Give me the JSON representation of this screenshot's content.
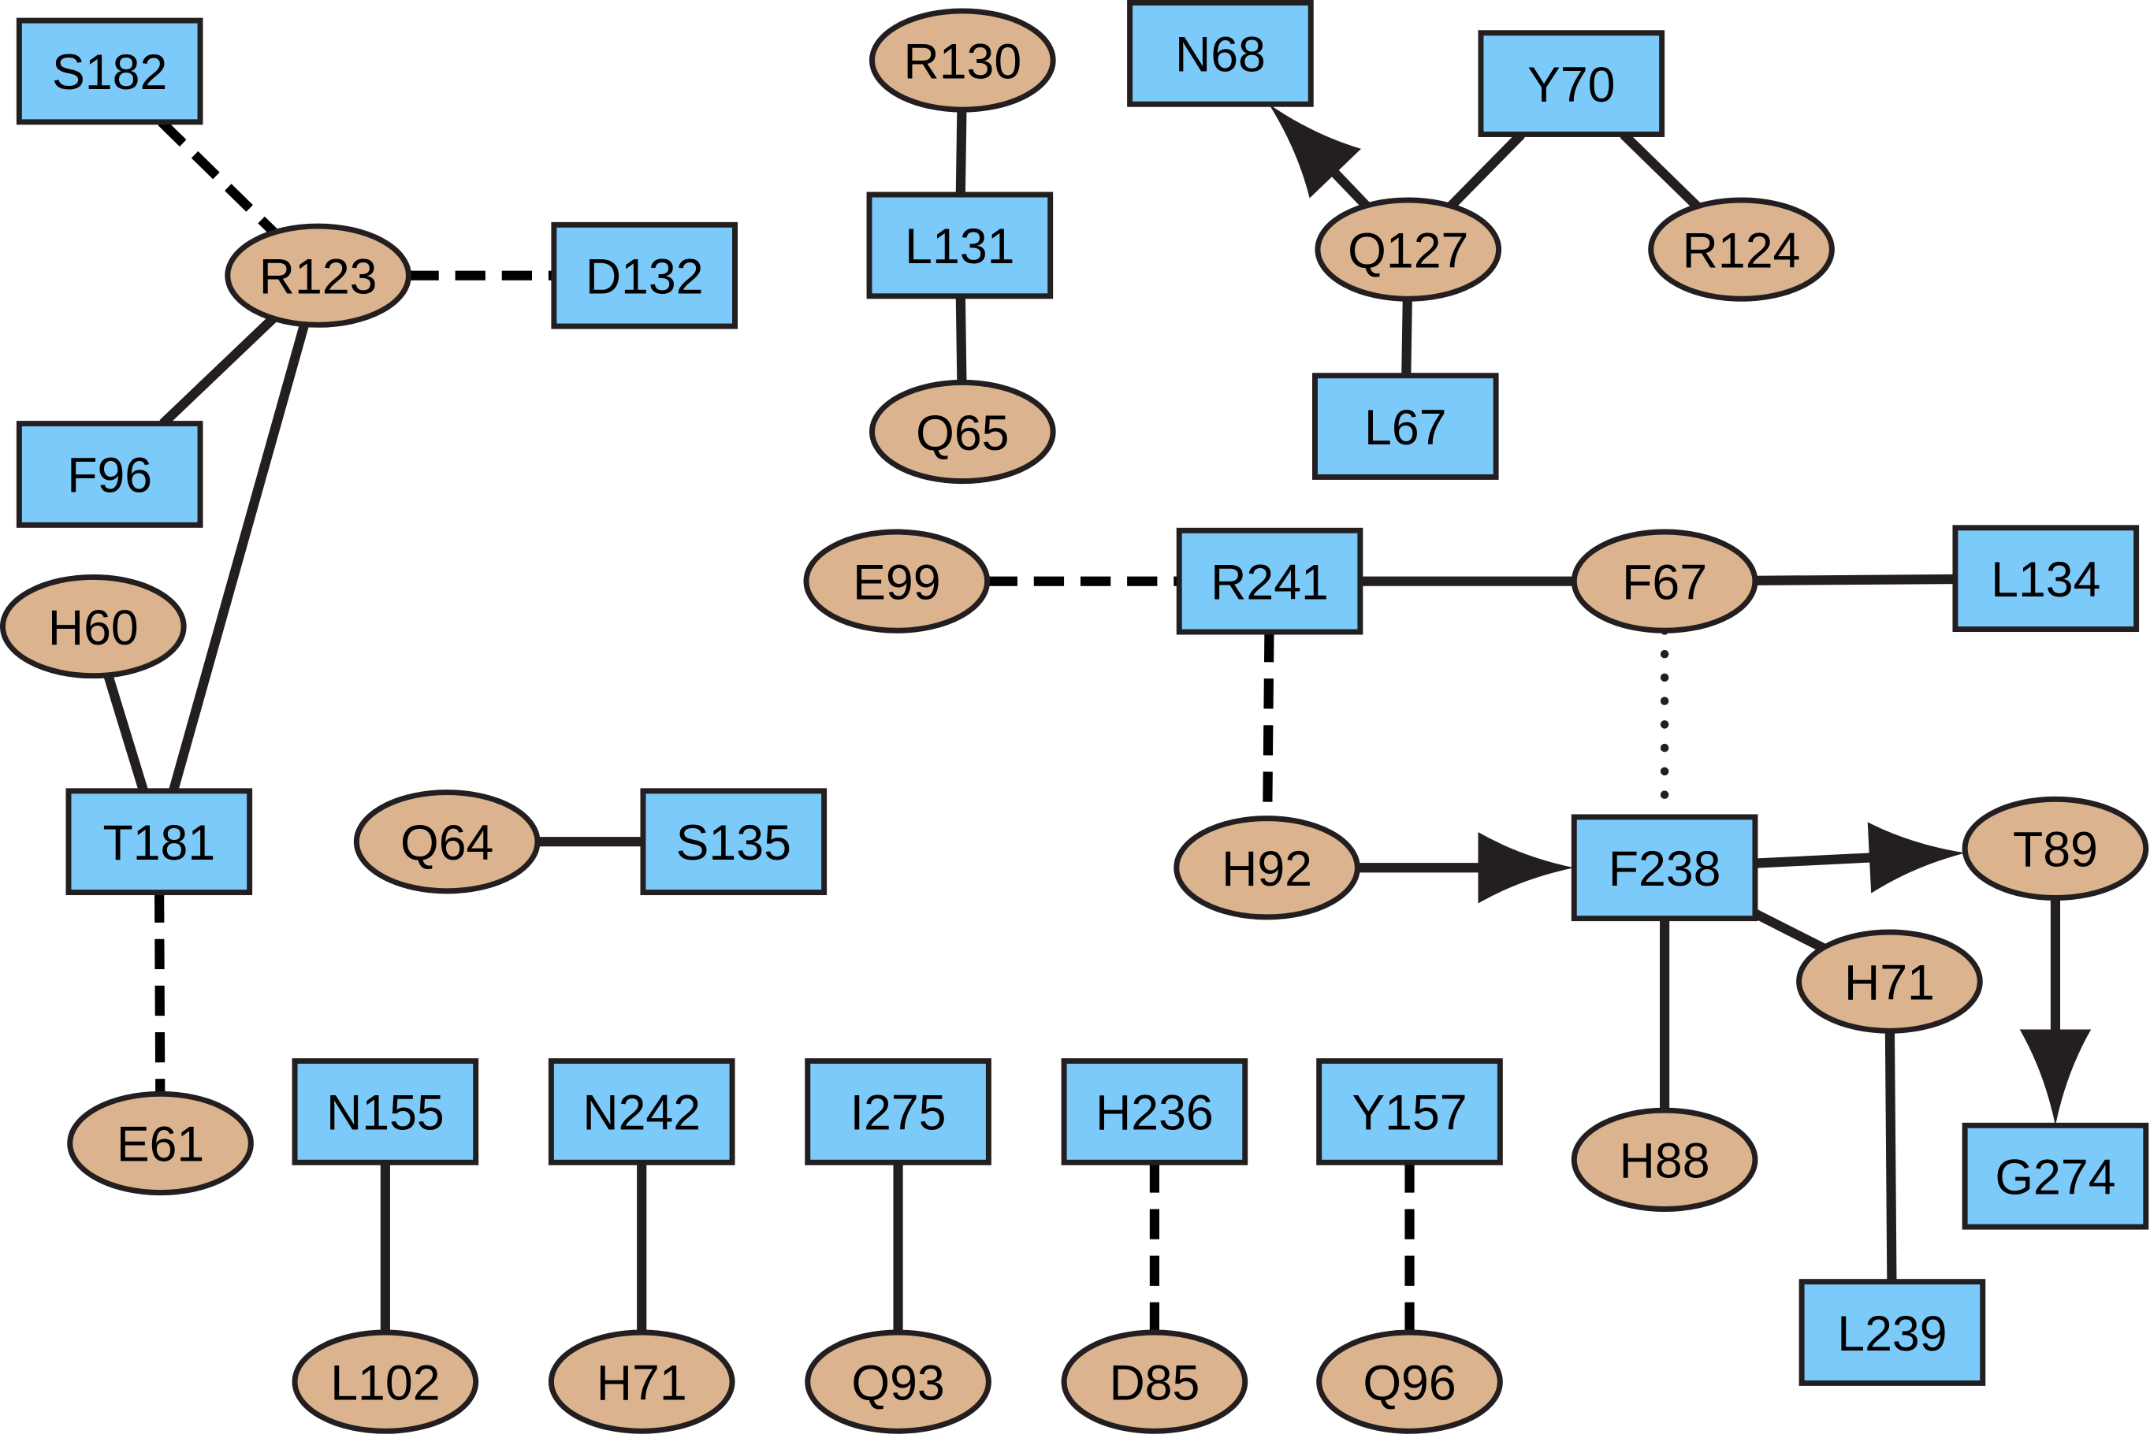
{
  "diagram": {
    "type": "residue-interaction-network",
    "colors": {
      "box_fill": "#7ccafa",
      "ellipse_fill": "#dbb48f",
      "stroke": "#231f20"
    },
    "node_shapes": {
      "box": "rectangle",
      "ellipse": "ellipse"
    },
    "nodes": [
      {
        "id": "S182",
        "label": "S182",
        "shape": "box"
      },
      {
        "id": "R123",
        "label": "R123",
        "shape": "ellipse"
      },
      {
        "id": "D132",
        "label": "D132",
        "shape": "box"
      },
      {
        "id": "F96",
        "label": "F96",
        "shape": "box"
      },
      {
        "id": "H60",
        "label": "H60",
        "shape": "ellipse"
      },
      {
        "id": "T181",
        "label": "T181",
        "shape": "box"
      },
      {
        "id": "E61",
        "label": "E61",
        "shape": "ellipse"
      },
      {
        "id": "Q64",
        "label": "Q64",
        "shape": "ellipse"
      },
      {
        "id": "S135",
        "label": "S135",
        "shape": "box"
      },
      {
        "id": "N155",
        "label": "N155",
        "shape": "box"
      },
      {
        "id": "L102",
        "label": "L102",
        "shape": "ellipse"
      },
      {
        "id": "N242",
        "label": "N242",
        "shape": "box"
      },
      {
        "id": "H71a",
        "label": "H71",
        "shape": "ellipse"
      },
      {
        "id": "I275",
        "label": "I275",
        "shape": "box"
      },
      {
        "id": "Q93",
        "label": "Q93",
        "shape": "ellipse"
      },
      {
        "id": "H236",
        "label": "H236",
        "shape": "box"
      },
      {
        "id": "D85",
        "label": "D85",
        "shape": "ellipse"
      },
      {
        "id": "Y157",
        "label": "Y157",
        "shape": "box"
      },
      {
        "id": "Q96",
        "label": "Q96",
        "shape": "ellipse"
      },
      {
        "id": "R130",
        "label": "R130",
        "shape": "ellipse"
      },
      {
        "id": "L131",
        "label": "L131",
        "shape": "box"
      },
      {
        "id": "Q65",
        "label": "Q65",
        "shape": "ellipse"
      },
      {
        "id": "N68",
        "label": "N68",
        "shape": "box"
      },
      {
        "id": "Y70",
        "label": "Y70",
        "shape": "box"
      },
      {
        "id": "Q127",
        "label": "Q127",
        "shape": "ellipse"
      },
      {
        "id": "R124",
        "label": "R124",
        "shape": "ellipse"
      },
      {
        "id": "L67",
        "label": "L67",
        "shape": "box"
      },
      {
        "id": "E99",
        "label": "E99",
        "shape": "ellipse"
      },
      {
        "id": "R241",
        "label": "R241",
        "shape": "box"
      },
      {
        "id": "F67",
        "label": "F67",
        "shape": "ellipse"
      },
      {
        "id": "L134",
        "label": "L134",
        "shape": "box"
      },
      {
        "id": "H92",
        "label": "H92",
        "shape": "ellipse"
      },
      {
        "id": "F238",
        "label": "F238",
        "shape": "box"
      },
      {
        "id": "T89",
        "label": "T89",
        "shape": "ellipse"
      },
      {
        "id": "H71b",
        "label": "H71",
        "shape": "ellipse"
      },
      {
        "id": "H88",
        "label": "H88",
        "shape": "ellipse"
      },
      {
        "id": "G274",
        "label": "G274",
        "shape": "box"
      },
      {
        "id": "L239",
        "label": "L239",
        "shape": "box"
      }
    ],
    "edges": [
      {
        "from": "S182",
        "to": "R123",
        "style": "dashed",
        "directed": false
      },
      {
        "from": "R123",
        "to": "D132",
        "style": "dashed",
        "directed": false
      },
      {
        "from": "R123",
        "to": "F96",
        "style": "solid",
        "directed": false
      },
      {
        "from": "R123",
        "to": "T181",
        "style": "solid",
        "directed": false
      },
      {
        "from": "H60",
        "to": "T181",
        "style": "solid",
        "directed": false
      },
      {
        "from": "T181",
        "to": "E61",
        "style": "dashed",
        "directed": false
      },
      {
        "from": "Q64",
        "to": "S135",
        "style": "solid",
        "directed": false
      },
      {
        "from": "N155",
        "to": "L102",
        "style": "solid",
        "directed": false
      },
      {
        "from": "N242",
        "to": "H71a",
        "style": "solid",
        "directed": false
      },
      {
        "from": "I275",
        "to": "Q93",
        "style": "solid",
        "directed": false
      },
      {
        "from": "H236",
        "to": "D85",
        "style": "dashed",
        "directed": false
      },
      {
        "from": "Y157",
        "to": "Q96",
        "style": "dashed",
        "directed": false
      },
      {
        "from": "R130",
        "to": "L131",
        "style": "solid",
        "directed": false
      },
      {
        "from": "L131",
        "to": "Q65",
        "style": "solid",
        "directed": false
      },
      {
        "from": "Q127",
        "to": "N68",
        "style": "solid",
        "directed": true
      },
      {
        "from": "Q127",
        "to": "Y70",
        "style": "solid",
        "directed": false
      },
      {
        "from": "Y70",
        "to": "R124",
        "style": "solid",
        "directed": false
      },
      {
        "from": "Q127",
        "to": "L67",
        "style": "solid",
        "directed": false
      },
      {
        "from": "E99",
        "to": "R241",
        "style": "dashed",
        "directed": false
      },
      {
        "from": "R241",
        "to": "F67",
        "style": "solid",
        "directed": false
      },
      {
        "from": "F67",
        "to": "L134",
        "style": "solid",
        "directed": false
      },
      {
        "from": "R241",
        "to": "H92",
        "style": "dashed",
        "directed": false
      },
      {
        "from": "F67",
        "to": "F238",
        "style": "dotted",
        "directed": false
      },
      {
        "from": "H92",
        "to": "F238",
        "style": "solid",
        "directed": true
      },
      {
        "from": "F238",
        "to": "T89",
        "style": "solid",
        "directed": true
      },
      {
        "from": "F238",
        "to": "H71b",
        "style": "solid",
        "directed": false
      },
      {
        "from": "F238",
        "to": "H88",
        "style": "solid",
        "directed": false
      },
      {
        "from": "H71b",
        "to": "L239",
        "style": "solid",
        "directed": false
      },
      {
        "from": "T89",
        "to": "G274",
        "style": "solid",
        "directed": true
      }
    ]
  }
}
